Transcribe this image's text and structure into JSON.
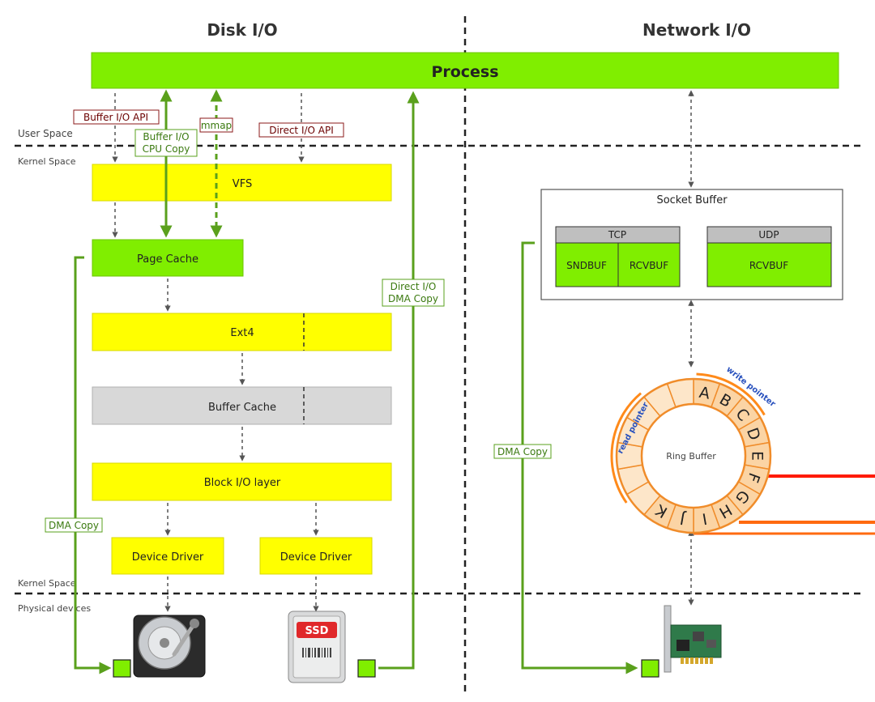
{
  "headers": {
    "disk_io": "Disk I/O",
    "network_io": "Network I/O"
  },
  "process": "Process",
  "space_labels": {
    "user_space": "User Space",
    "kernel_space_top": "Kernel Space",
    "kernel_space_bottom": "Kernel Space",
    "physical_devices": "Physical devices"
  },
  "disk": {
    "vfs": "VFS",
    "page_cache": "Page Cache",
    "ext4": "Ext4",
    "buffer_cache": "Buffer Cache",
    "block_io_layer": "Block I/O layer",
    "device_driver_1": "Device Driver",
    "device_driver_2": "Device Driver",
    "ssd_label": "SSD"
  },
  "arrow_labels": {
    "buffer_io_api": "Buffer I/O API",
    "buffer_io_cpu_copy_1": "Buffer I/O",
    "buffer_io_cpu_copy_2": "CPU Copy",
    "mmap": "mmap",
    "direct_io_api": "Direct I/O API",
    "direct_io_dma_1": "Direct I/O",
    "direct_io_dma_2": "DMA Copy",
    "dma_copy_left": "DMA Copy",
    "dma_copy_net": "DMA Copy"
  },
  "network": {
    "socket_buffer": "Socket Buffer",
    "tcp": "TCP",
    "udp": "UDP",
    "sndbuf": "SNDBUF",
    "rcvbuf_tcp": "RCVBUF",
    "rcvbuf_udp": "RCVBUF",
    "ring_buffer": "Ring Buffer",
    "read_pointer": "read pointer",
    "write_pointer": "write pointer",
    "ring_letters": [
      "A",
      "B",
      "C",
      "D",
      "E",
      "F",
      "G",
      "H",
      "I",
      "J",
      "K"
    ]
  },
  "colors": {
    "green": "#80ee00",
    "yellow": "#ffff00",
    "gray": "#d8d8d8",
    "line_green": "#5aa01c",
    "ring_fill": "#fde6c9",
    "ring_stroke": "#f08c2a",
    "red_line": "#ff1a00",
    "orange_line": "#ff6a10",
    "pointer_blue": "#2a52be"
  }
}
